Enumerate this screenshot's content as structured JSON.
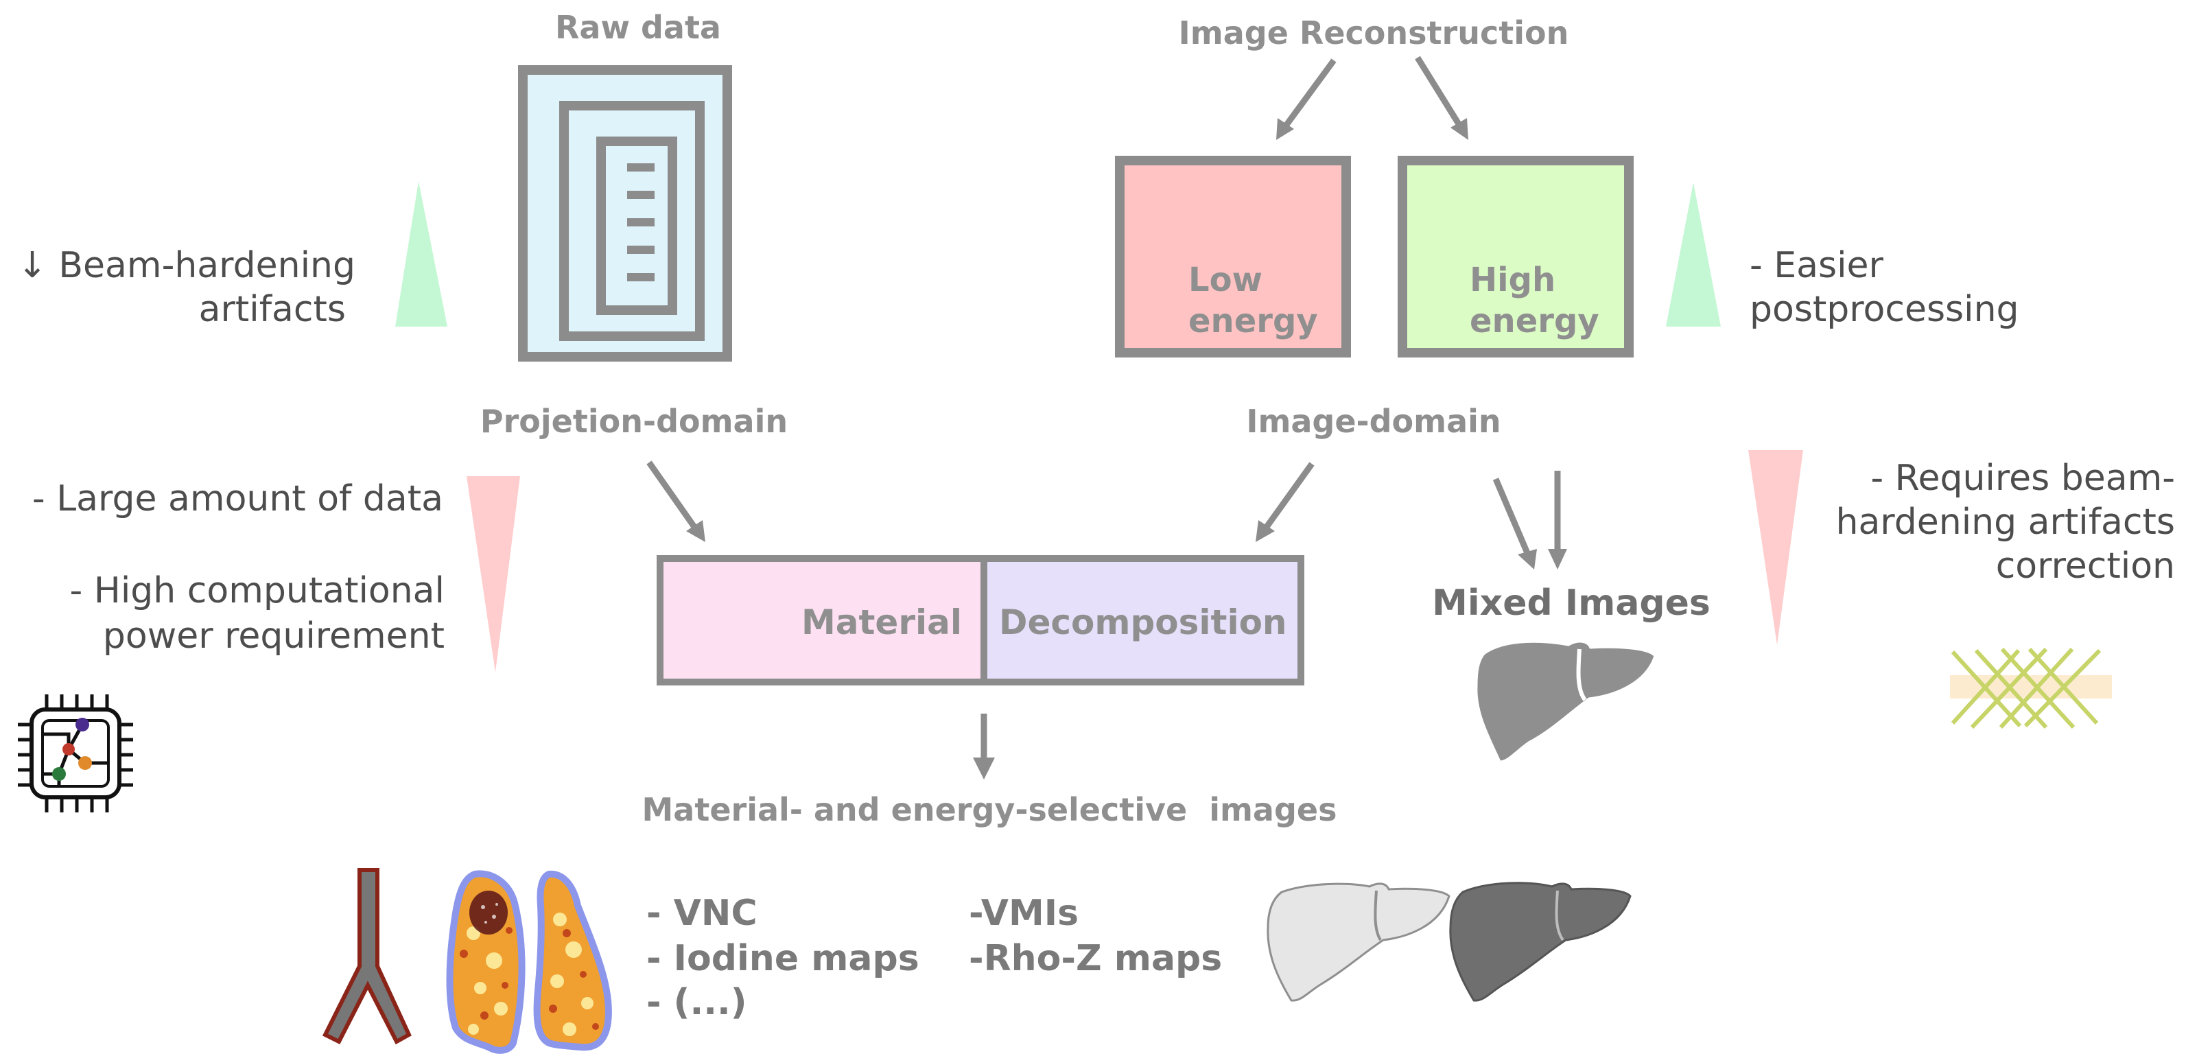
{
  "diagram": {
    "projection_branch": {
      "title": "Raw data",
      "domain_label": "Projetion-domain",
      "pros": [
        "↓ Beam-hardening",
        "artifacts"
      ],
      "cons_1": "- Large amount of data",
      "cons_2": [
        "- High computational",
        "power requirement"
      ]
    },
    "image_branch": {
      "title": "Image Reconstruction",
      "low_energy": [
        "Low",
        "energy"
      ],
      "high_energy": [
        "High",
        "energy"
      ],
      "domain_label": "Image-domain",
      "pros": [
        "- Easier",
        "postprocessing"
      ],
      "cons": [
        "- Requires beam-",
        "hardening artifacts",
        "correction"
      ],
      "mixed_label": "Mixed Images"
    },
    "decomposition": {
      "left": "Material",
      "right": "Decomposition"
    },
    "output": {
      "title": "Material- and energy-selective  images",
      "list_col1": [
        "- VNC",
        "- Iodine maps",
        "- (...)"
      ],
      "list_col2": [
        "-VMIs",
        "-Rho-Z maps"
      ]
    },
    "colors": {
      "gray_text": "#8f8f8f",
      "dark_text": "#4d4d4d",
      "box_border": "#8c8c8c",
      "raw_fill": "#dff3fb",
      "low_fill": "#ffc3c3",
      "high_fill": "#dcfcc6",
      "material_fill": "#fde0f2",
      "decomp_fill": "#e6e0fb",
      "pro_triangle": "#c4f8d4",
      "con_triangle": "#ffcdcd"
    }
  }
}
